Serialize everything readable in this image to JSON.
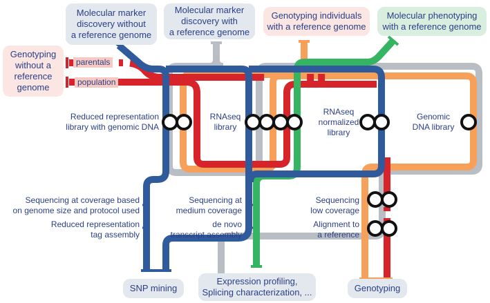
{
  "colors": {
    "navy": "#2f5b9c",
    "grey": "#b9bec5",
    "orange": "#f7a05a",
    "red": "#d6242a",
    "green": "#35b561",
    "text": "#2a3f86"
  },
  "top_boxes": [
    {
      "lines": [
        "Molecular marker",
        "discovery without",
        "a reference genome"
      ],
      "tone": "grey"
    },
    {
      "lines": [
        "Molecular marker",
        "discovery with",
        "a reference genome"
      ],
      "tone": "grey"
    },
    {
      "lines": [
        "Genotyping individuals",
        "with a reference genome"
      ],
      "tone": "pink"
    },
    {
      "lines": [
        "Molecular phenotyping",
        "with a reference genome"
      ],
      "tone": "green"
    }
  ],
  "left_box": {
    "lines": [
      "Genotyping",
      "without a",
      "reference",
      "genome"
    ]
  },
  "inputs": {
    "parentals": "parentals",
    "population": "population"
  },
  "stations": {
    "reduced_library": [
      "Reduced representation",
      "library with genomic DNA"
    ],
    "rnaseq_library": [
      "RNAseq",
      "library"
    ],
    "rnaseq_normalized": [
      "RNAseq",
      "normalized",
      "library"
    ],
    "genomic_dna": [
      "Genomic",
      "DNA library"
    ],
    "seq_coverage": [
      "Sequencing at coverage based",
      "on genome size and protocol used"
    ],
    "reduced_tag": [
      "Reduced representation",
      "tag assembly"
    ],
    "seq_medium": [
      "Sequencing at",
      "medium coverage"
    ],
    "de_novo": [
      "de novo",
      "transcript assembly"
    ],
    "seq_low": [
      "Sequencing",
      "low coverage"
    ],
    "alignment": [
      "Alignment to",
      "a reference"
    ]
  },
  "bottom_boxes": [
    {
      "lines": [
        "SNP mining"
      ]
    },
    {
      "lines": [
        "Expression profiling,",
        "Splicing characterization, ..."
      ]
    },
    {
      "lines": [
        "Genotyping"
      ]
    }
  ]
}
